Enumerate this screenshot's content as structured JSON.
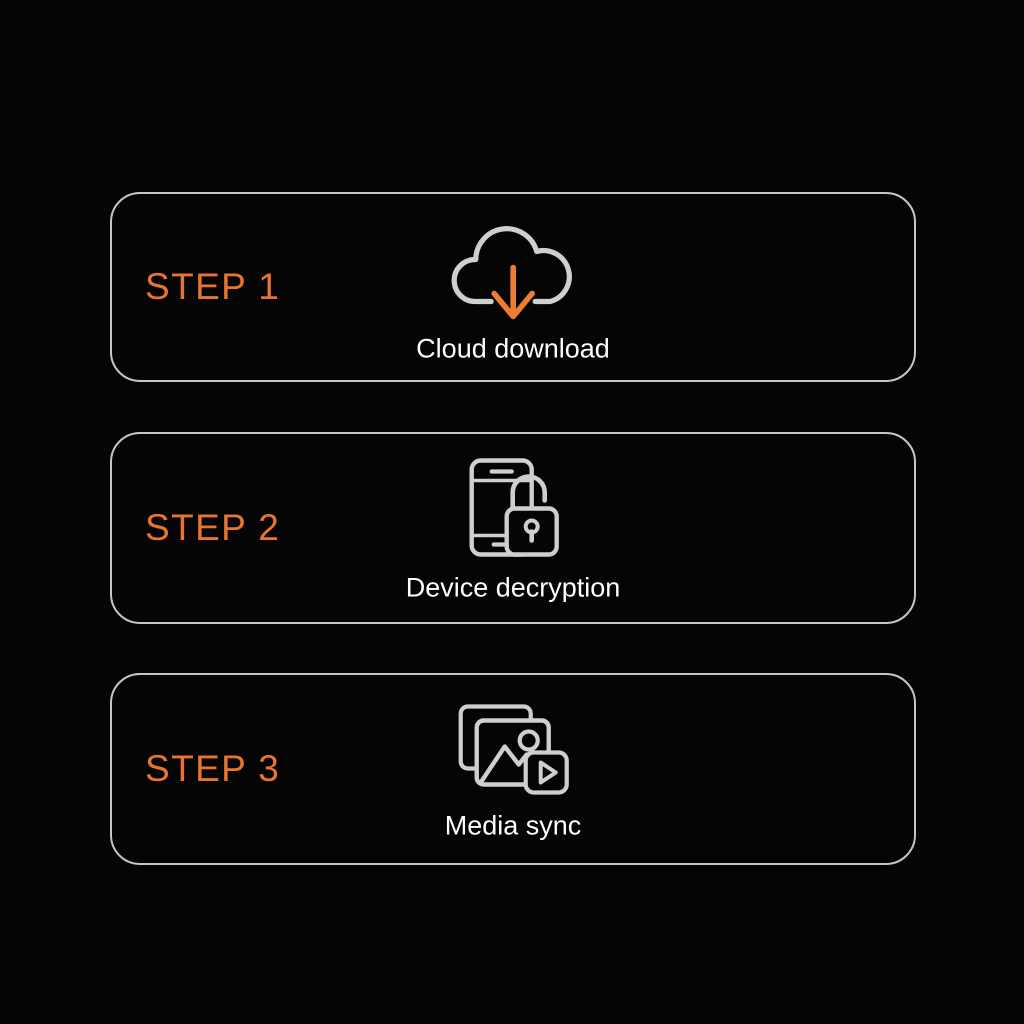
{
  "background_color": "#050505",
  "accent_color": "#e8752e",
  "icon_stroke_color": "#cfcfcf",
  "card_border_color": "#c6c6c6",
  "caption_color": "#ffffff",
  "steps": [
    {
      "step_label": "STEP 1",
      "caption": "Cloud download",
      "icon_name": "cloud-download-icon"
    },
    {
      "step_label": "STEP 2",
      "caption": "Device decryption",
      "icon_name": "phone-unlock-icon"
    },
    {
      "step_label": "STEP 3",
      "caption": "Media sync",
      "icon_name": "media-sync-icon"
    }
  ]
}
